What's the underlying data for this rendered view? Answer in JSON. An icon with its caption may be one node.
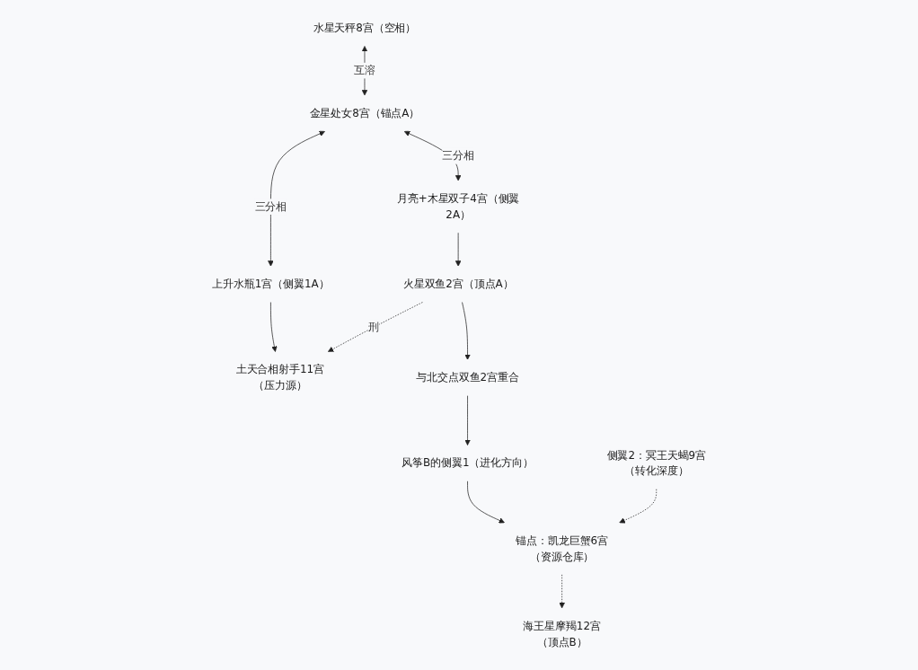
{
  "diagram": {
    "nodes": [
      {
        "text": [
          "水星天秤8宫（空相）"
        ]
      },
      {
        "text": [
          "金星处女8宫（锚点A）"
        ]
      },
      {
        "text": [
          "上升水瓶1宫（侧翼1A）"
        ]
      },
      {
        "text": [
          "月亮+木星双子4宫（侧翼2A）"
        ]
      },
      {
        "text": [
          "土天合相射手11宫",
          "（压力源）"
        ]
      },
      {
        "text": [
          "火星双鱼2宫（顶点A）"
        ]
      },
      {
        "text": [
          "与北交点双鱼2宫重合"
        ]
      },
      {
        "text": [
          "风筝B的侧翼1（进化方向）"
        ]
      },
      {
        "text": [
          "海王星摩羯12宫",
          "（顶点B）"
        ]
      },
      {
        "text": [
          "锚点：凯龙巨蟹6宫",
          "（资源仓库）"
        ]
      },
      {
        "text": [
          "侧翼2：冥王天蝎9宫",
          "（转化深度）"
        ]
      }
    ],
    "edges": [
      {
        "from": 0,
        "to": 1,
        "arrow": "both",
        "label": "互溶"
      },
      {
        "from": 1,
        "to": 2,
        "arrow": "both",
        "label": "三分相"
      },
      {
        "from": 1,
        "to": 3,
        "arrow": "both",
        "label": "三分相"
      },
      {
        "from": 2,
        "to": 4,
        "arrow": "to"
      },
      {
        "from": 3,
        "to": 5,
        "arrow": "to"
      },
      {
        "from": 5,
        "to": 4,
        "arrow": "to",
        "label": "刑",
        "style": "dashed"
      },
      {
        "from": 5,
        "to": 6,
        "arrow": "to"
      },
      {
        "from": 6,
        "to": 7,
        "arrow": "to"
      },
      {
        "from": 7,
        "to": 9,
        "arrow": "to"
      },
      {
        "from": 9,
        "to": 8,
        "arrow": "to",
        "style": "dashed"
      },
      {
        "from": 10,
        "to": 9,
        "arrow": "to",
        "style": "dashed"
      }
    ]
  }
}
